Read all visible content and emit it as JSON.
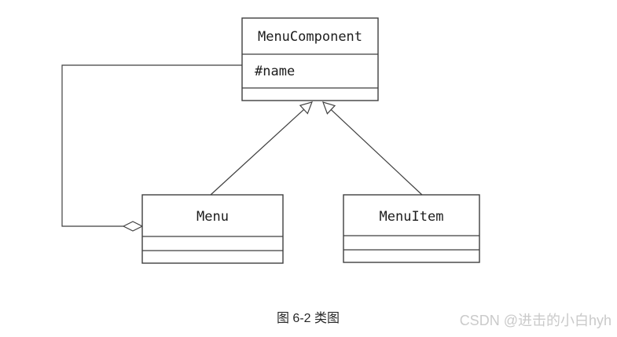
{
  "figure": {
    "caption": "图 6-2 类图",
    "watermark": "CSDN @进击的小白hyh"
  },
  "diagram": {
    "classes": [
      {
        "name": "MenuComponent",
        "attributes": [
          "#name"
        ],
        "methods": []
      },
      {
        "name": "Menu",
        "attributes": [],
        "methods": []
      },
      {
        "name": "MenuItem",
        "attributes": [],
        "methods": []
      }
    ],
    "relationships": [
      {
        "type": "generalization",
        "from": "Menu",
        "to": "MenuComponent"
      },
      {
        "type": "generalization",
        "from": "MenuItem",
        "to": "MenuComponent"
      },
      {
        "type": "aggregation",
        "whole": "Menu",
        "part": "MenuComponent"
      }
    ]
  },
  "colors": {
    "background": "#ffffff",
    "line": "#3f3f3f",
    "text": "#1c1c1c",
    "watermark": "#cacaca"
  }
}
